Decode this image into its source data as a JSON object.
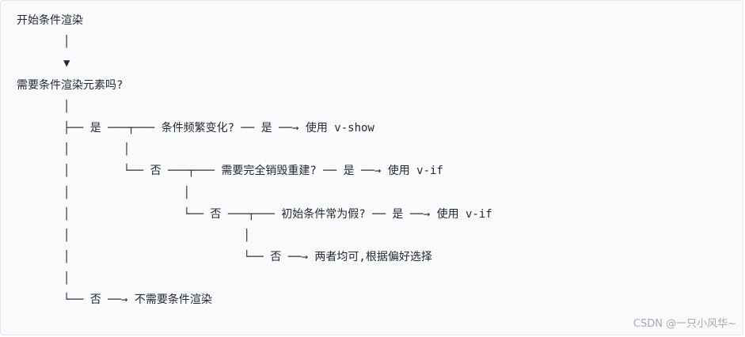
{
  "flowchart": {
    "lines": [
      "开始条件渲染",
      "       │",
      "       ▼",
      "需要条件渲染元素吗?",
      "       │",
      "       ├── 是 ───┬─── 条件频繁变化? ── 是 ──→ 使用 v-show",
      "       │        │",
      "       │        └── 否 ───┬─── 需要完全销毁重建? ── 是 ──→ 使用 v-if",
      "       │                 │",
      "       │                 └── 否 ───┬─── 初始条件常为假? ── 是 ──→ 使用 v-if",
      "       │                          │",
      "       │                          └── 否 ──→ 两者均可,根据偏好选择",
      "       │",
      "       └── 否 ──→ 不需要条件渲染"
    ]
  },
  "watermark": "CSDN @一只小风华~"
}
